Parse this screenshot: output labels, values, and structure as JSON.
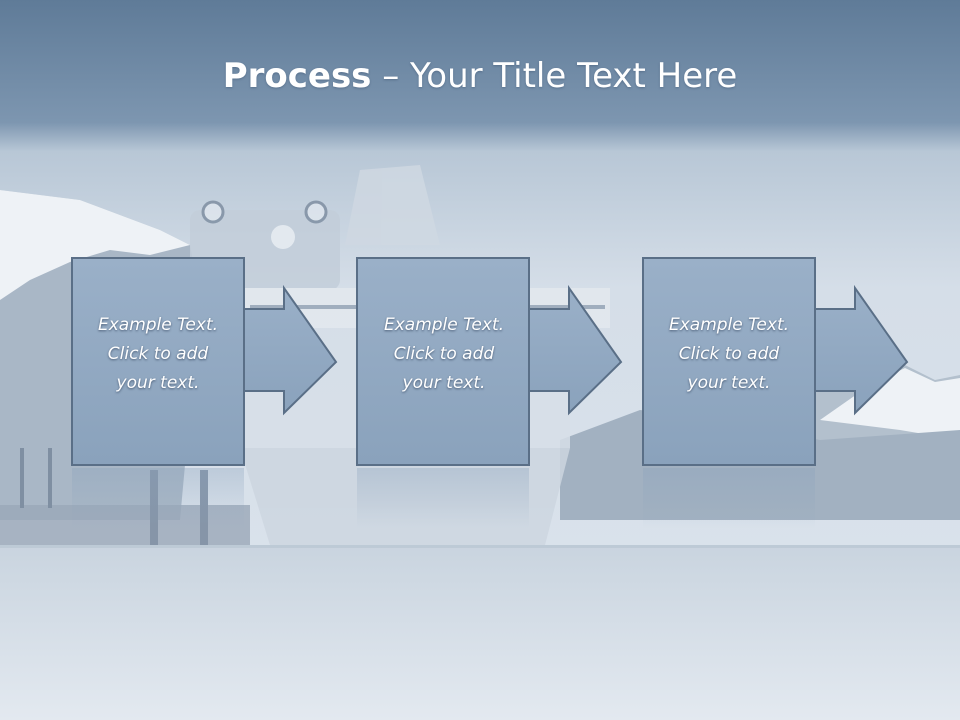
{
  "slide": {
    "title_bold": "Process",
    "title_rest": " – Your Title Text Here",
    "colors": {
      "title_band_top": "#5f7b98",
      "title_band_bottom": "#93a9bf",
      "box_fill": "#8ea6c0",
      "box_border": "#5a6f87",
      "text": "#ffffff"
    },
    "steps": [
      {
        "line1": "Example Text.",
        "line2": "Click  to add",
        "line3": "your text."
      },
      {
        "line1": "Example Text.",
        "line2": "Click  to add",
        "line3": "your text."
      },
      {
        "line1": "Example Text.",
        "line2": "Click  to add",
        "line3": "your text."
      }
    ]
  }
}
